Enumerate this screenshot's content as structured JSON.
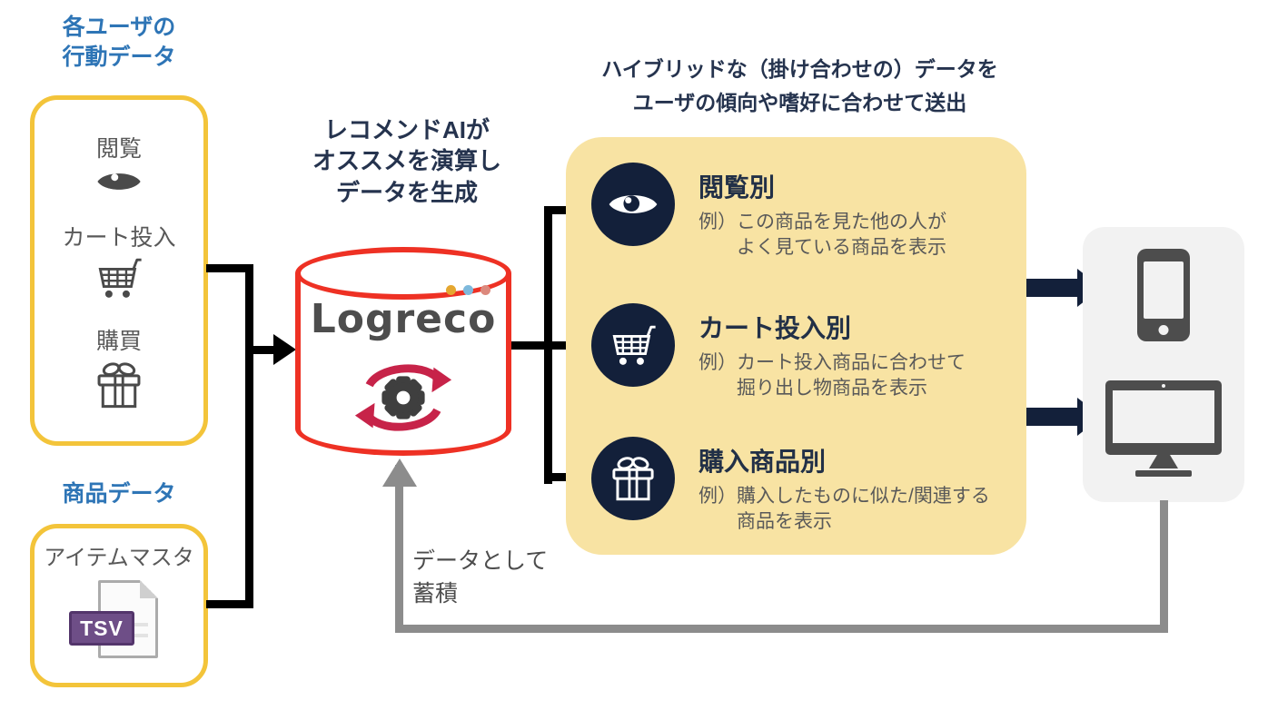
{
  "left": {
    "user_data_label": "各ユーザの\n行動データ",
    "behavior_items": [
      {
        "label": "閲覧",
        "icon": "eye-icon"
      },
      {
        "label": "カート投入",
        "icon": "cart-icon"
      },
      {
        "label": "購買",
        "icon": "gift-icon"
      }
    ],
    "product_data_label": "商品データ",
    "item_master_label": "アイテムマスタ",
    "tsv_label": "TSV",
    "tsv_icon": "tsv-file-icon"
  },
  "center": {
    "caption": "レコメンドAIが\nオススメを演算し\nデータを生成",
    "logo": "Logreco",
    "logo_icon": "database-cylinder-with-gear-sync-icon"
  },
  "right_panel": {
    "heading": "ハイブリッドな（掛け合わせの）データを\nユーザの傾向や嗜好に合わせて送出",
    "items": [
      {
        "title": "閲覧別",
        "description": "例）この商品を見た他の人が\n　　よく見ている商品を表示",
        "icon": "eye-icon"
      },
      {
        "title": "カート投入別",
        "description": "例）カート投入商品に合わせて\n　　掘り出し物商品を表示",
        "icon": "cart-icon"
      },
      {
        "title": "購入商品別",
        "description": "例）購入したものに似た/関連する\n　　商品を表示",
        "icon": "gift-icon"
      }
    ]
  },
  "devices": {
    "icons": [
      "smartphone-icon",
      "desktop-monitor-icon"
    ]
  },
  "feedback": {
    "label": "データとして\n蓄積"
  },
  "colors": {
    "accent_blue": "#2E75B6",
    "box_border_gold": "#F3C43A",
    "panel_yellow": "#F8E3A3",
    "navy": "#13203A",
    "cylinder_red": "#EE3124",
    "gray_arrow": "#8C8C8C",
    "dark_text": "#25334E",
    "gray_text": "#595959",
    "sync_crimson": "#C72349",
    "tsv_purple": "#6E4E87"
  }
}
